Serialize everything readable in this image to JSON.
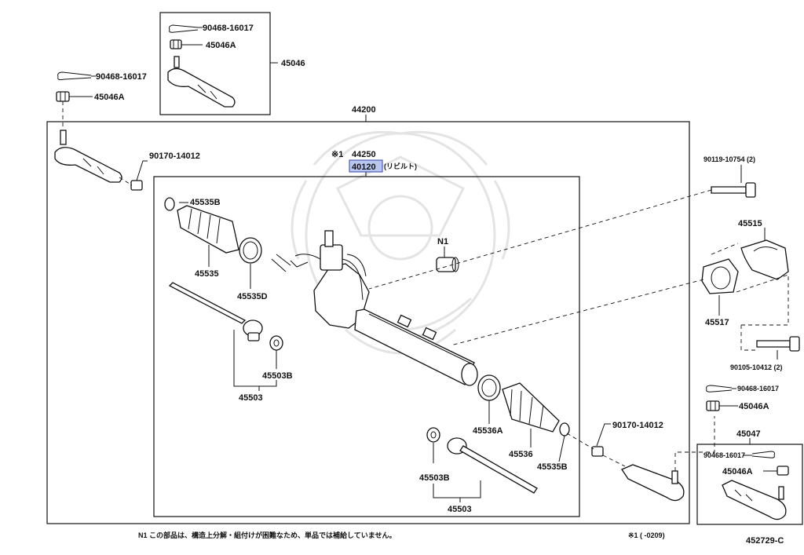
{
  "labels": {
    "cotter_pin_a": "90468-16017",
    "nut_a": "45046A",
    "tie_rod_end_set_top": "45046",
    "cotter_pin_left": "90468-16017",
    "nut_left": "45046A",
    "assembly": "44200",
    "sub_assembly_mark": "※1",
    "sub_assembly": "44250",
    "rebuilt_part": "40120",
    "rebuilt_note": "(リビルト)",
    "nut_left_lower": "90170-14012",
    "clamp_left": "45535B",
    "boot_left": "45535",
    "clip_left": "45535D",
    "n1_mark": "N1",
    "rack_end_left": "45503",
    "washer_left": "45503B",
    "bolt_top_right": "90119-10754 (2)",
    "bracket": "45515",
    "bushing": "45517",
    "bolt_lower_right": "90105-10412 (2)",
    "cotter_pin_right": "90468-16017",
    "nut_right": "45046A",
    "tie_rod_end_set_right": "45047",
    "cotter_pin_box": "90468-16017",
    "nut_box": "45046A",
    "clip_right": "45536A",
    "boot_right": "45536",
    "clamp_right": "45535B",
    "nut_right_lower": "90170-14012",
    "washer_right": "45503B",
    "rack_end_right": "45503",
    "footnote": "N1 この部品は、構造上分解・組付けが困難なため、単品では補給していません。",
    "footnote_mark": "※1 (    -0209)",
    "diagram_id": "452729-C"
  }
}
